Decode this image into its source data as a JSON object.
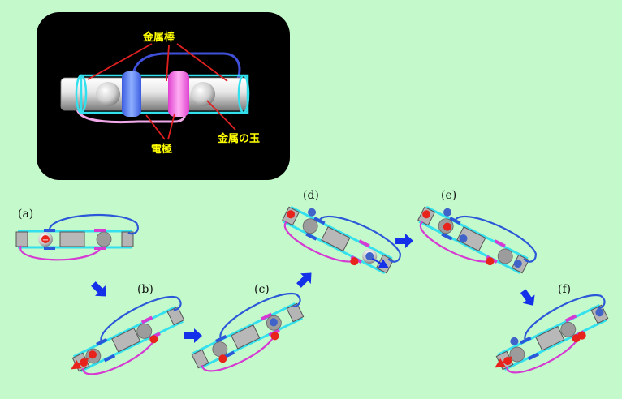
{
  "illustration": {
    "labels": {
      "metal_rod": "金属棒",
      "electrode": "電極",
      "metal_ball": "金属の玉"
    }
  },
  "panels": [
    {
      "id": "a",
      "label": "(a)"
    },
    {
      "id": "b",
      "label": "(b)"
    },
    {
      "id": "c",
      "label": "(c)"
    },
    {
      "id": "d",
      "label": "(d)"
    },
    {
      "id": "e",
      "label": "(e)"
    },
    {
      "id": "f",
      "label": "(f)"
    }
  ],
  "symbols": {
    "minus": "−",
    "plus": "+"
  },
  "colors": {
    "background": "#c3f9cb",
    "illustration_bg": "#000000",
    "label_text": "#ffff00",
    "rail": "#33e0ee",
    "blue_wire": "#2b57d9",
    "magenta_wire": "#d63ad3",
    "arrow": "#1430e8",
    "minus_ball": "#e8231c",
    "plus_ball": "#3f63c9"
  }
}
